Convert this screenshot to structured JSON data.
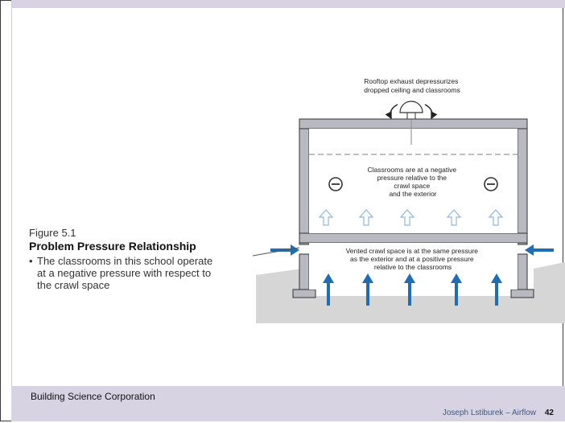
{
  "diagram": {
    "exhaust_label_lines": [
      "Rooftop exhaust depressurizes",
      "dropped ceiling and classrooms"
    ],
    "classroom_label_lines": [
      "Classrooms are at a negative",
      "pressure relative to the",
      "crawl space",
      "and the exterior"
    ],
    "crawl_label_lines": [
      "Vented crawl space is at the same pressure",
      "as the exterior and at a positive pressure",
      "relative to the classrooms"
    ],
    "colors": {
      "wall": "#b9b9c2",
      "ground": "#d6d6d6",
      "arrow": "#1f6db5",
      "arrow_light": "#9cc3e6"
    },
    "icons": {
      "negative_pressure": "minus-circle-icon",
      "exhaust_fan": "roof-exhaust-fan-icon"
    }
  },
  "caption": {
    "figure_label": "Figure 5.1",
    "title": "Problem Pressure Relationship",
    "bullet_marker": "•",
    "bullet_text": "The classrooms in this school operate at a negative pressure with respect to the crawl space"
  },
  "footer": {
    "organization": "Building Science Corporation",
    "author_credit": "Joseph Lstiburek – Airflow",
    "page_number": "42"
  }
}
